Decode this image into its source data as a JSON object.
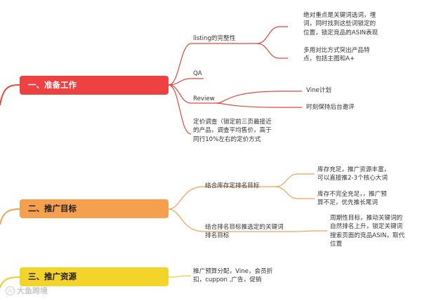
{
  "colors": {
    "section_1": "#ee4141",
    "section_2": "#f5a04e",
    "section_3": "#f3d42a",
    "connector_red": "#e0483e",
    "connector_orange": "#f0a055",
    "connector_yellow": "#f0c830"
  },
  "sections": [
    {
      "label": "一、准备工作"
    },
    {
      "label": "二、推广目标"
    },
    {
      "label": "三、推广资源"
    }
  ],
  "prep": {
    "listing": "listing的完整性",
    "listing_note_1": "绝对重点是关键词选词，埋\n词，同时找到这些词锁定的\n位置，锁定竞品的ASIN表现",
    "listing_note_2": "多用对比方式突出产品特\n点，包括主图和A+",
    "qa": "QA",
    "review": "Review",
    "review_vine": "Vine计划",
    "review_reply": "时刻保持后台邀评",
    "pricing": "定价调查（锁定前三页最接近\n的产品，调查平均售价，高于\n同行10%左右的定价方式"
  },
  "goals": {
    "inventory": "结合库存定排名目标",
    "inventory_note_1": "库存充足，推广资源丰富，\n可以直接推2-3个核心大词",
    "inventory_note_2": "库存不完全充足，，推广预\n算不足，优先推长尾词",
    "keyword": "结合排名目标推选定的关键词\n排名目标",
    "keyword_note": "周期性目标，推动关键词的\n自然排名上升，锁定关键词\n搜索页面的竞品ASIN，取代\n位置"
  },
  "resources": {
    "summary": "推广预算分配，Vine，会员折\n扣，cuppon ,广告，促销"
  },
  "watermark": {
    "icon": "circle-logo-icon",
    "text": "大鱼跨境"
  }
}
